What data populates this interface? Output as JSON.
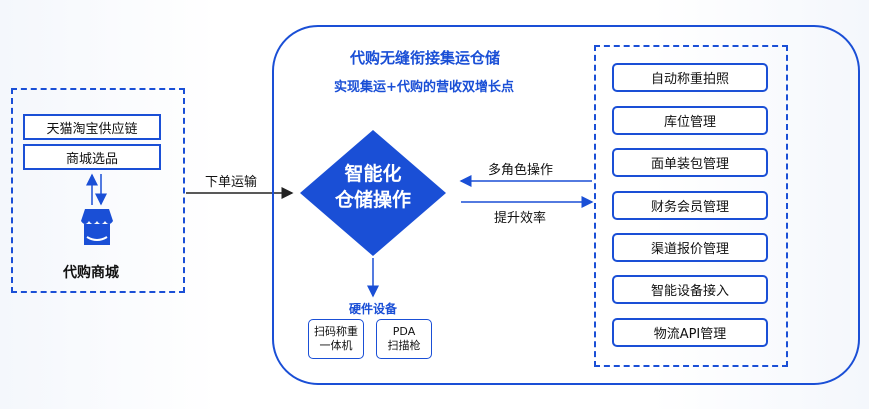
{
  "colors": {
    "accent": "#1a4fd6"
  },
  "left": {
    "sources": [
      "天猫淘宝供应链",
      "商城选品"
    ],
    "shop_icon": "shop-icon",
    "shop_label": "代购商城"
  },
  "edges": {
    "order_transport": "下单运输",
    "multi_role": "多角色操作",
    "efficiency": "提升效率"
  },
  "main": {
    "title": "代购无缝衔接集运仓储",
    "subtitle": "实现集运+代购的营收双增长点",
    "core_line1": "智能化",
    "core_line2": "仓储操作"
  },
  "hardware": {
    "title": "硬件设备",
    "devices": [
      {
        "line1": "扫码称重",
        "line2": "一体机"
      },
      {
        "line1": "PDA",
        "line2": "扫描枪"
      }
    ]
  },
  "functions": [
    "自动称重拍照",
    "库位管理",
    "面单装包管理",
    "财务会员管理",
    "渠道报价管理",
    "智能设备接入",
    "物流API管理"
  ]
}
